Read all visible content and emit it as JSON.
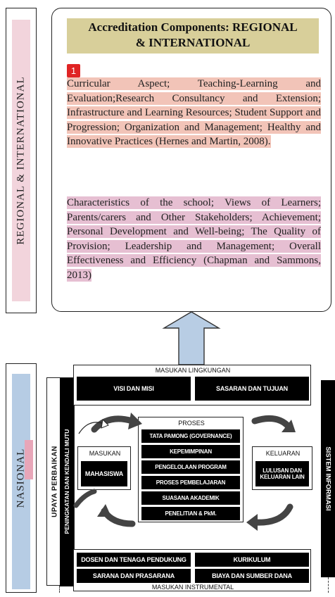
{
  "top_side_label": "REGIONAL & INTERNATIONAL",
  "bottom_side_label": "NASIONAL",
  "card": {
    "title_line1": "Accreditation Components: REGIONAL",
    "title_line2": "& INTERNATIONAL",
    "badge": "1",
    "para1": "Curricular Aspect; Teaching-Learning and Evaluation;Research Consultancy and Extension; Infrastructure and Learning Resources; Student Support and Progression; Organization and Management; Healthy and Innovative Practices (Hernes and Martin, 2008).",
    "para2": "Characteristics of the school; Views of Learners; Parents/carers and Other Stakeholders; Achievement; Personal Development and Well-being; The Quality of Provision; Leadership and Management; Overall Effectiveness and Efficiency (Chapman and Sammons, 2013)"
  },
  "colors": {
    "title_bg": "#d8cf9a",
    "para1_highlight": "#f2c4b8",
    "para2_highlight": "#e6bfd2",
    "arrow_fill": "#b8cde4",
    "side_bar_pink": "#f2d4dc",
    "side_bar_blue": "#b6cce4"
  },
  "diagram": {
    "upaya_line1": "UPAYA PERBAIKAN",
    "upaya_line2": "PENINGKATAN DAN KENDALI MUTU",
    "sistem_informasi": "SISTEM INFORMASI",
    "masukan_lingkungan": "MASUKAN LINGKUNGAN",
    "visi_misi": "VISI DAN MISI",
    "sasaran_tujuan": "SASARAN DAN TUJUAN",
    "proses": "PROSES",
    "proses_items": [
      "TATA PAMONG (GOVERNANCE)",
      "KEPEMIMPINAN",
      "PENGELOLAAN PROGRAM",
      "PROSES PEMBELAJARAN",
      "SUASANA AKADEMIK",
      "PENELITIAN & PkM."
    ],
    "masukan": "MASUKAN",
    "mahasiswa": "MAHASISWA",
    "keluaran": "KELUARAN",
    "lulusan": "LULUSAN DAN KELUARAN LAIN",
    "dosen": "DOSEN DAN TENAGA PENDUKUNG",
    "kurikulum": "KURIKULUM",
    "sarana": "SARANA DAN PRASARANA",
    "biaya": "BIAYA DAN SUMBER DANA",
    "masukan_instrumental": "MASUKAN INSTRUMENTAL"
  }
}
